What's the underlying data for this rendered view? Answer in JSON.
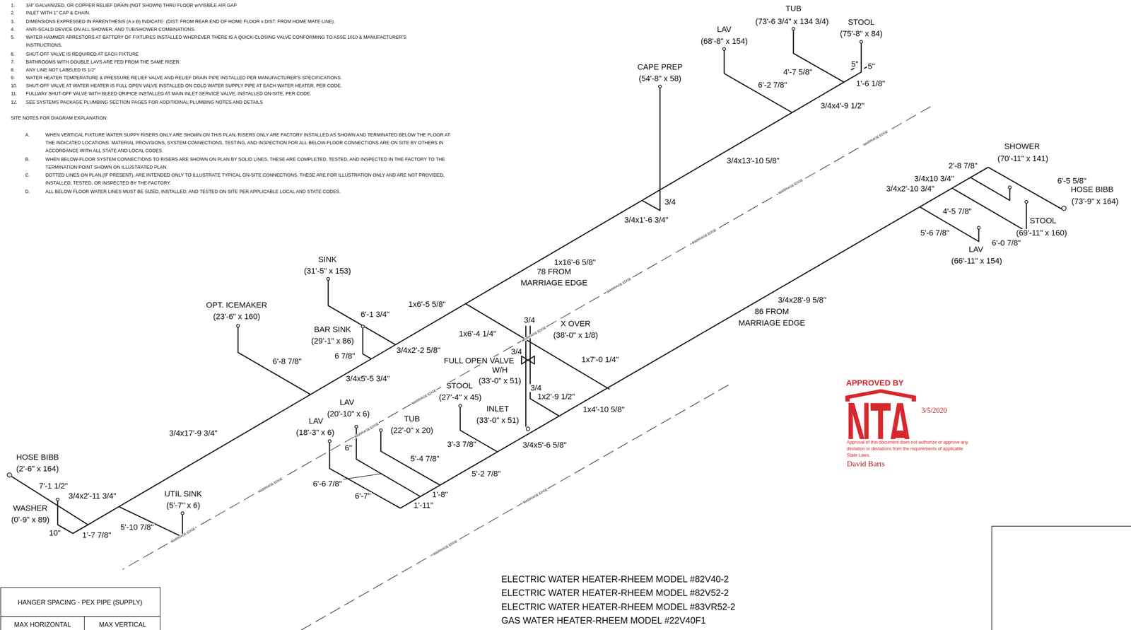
{
  "diagram": {
    "labels": [
      "1.",
      "3/4\" GALVANIZED, OR COPPER RELIEF DRAIN (NOT SHOWN) THRU FLOOR w/VISIBLE AIR GAP",
      "2.",
      "INLET WITH 1\" CAP & CHAIN.",
      "3.",
      "DIMENSIONS EXPRESSED IN PARENTHESIS (A x B) INDICATE: (DIST. FROM REAR END OF HOME FLOOR x DIST. FROM HOME MATE LINE).",
      "4.",
      "ANTI-SCALD DEVICE ON ALL SHOWER, AND TUB/SHOWER COMBINATIONS.",
      "5.",
      "WATER-HAMMER ARRESTORS AT BATTERY OF FIXTURES INSTALLED WHEREVER THERE IS A QUICK-CLOSING VALVE CONFORMING TO ASSE 1010 & MANUFACTURER'S INSTRUCTIONS.",
      "6.",
      "SHUT-OFF VALVE IS REQUIRED AT EACH FIXTURE",
      "7.",
      "BATHROOMS WITH DOUBLE LAVS ARE FED FROM THE SAME RISER.",
      "8.",
      "ANY LINE NOT LABELED IS 1/2\"",
      "9.",
      "WATER HEATER TEMPERATURE & PRESSURE RELIEF VALVE AND RELIEF DRAIN PIPE INSTALLED PER MANUFACTURER'S SPECIFICATIONS.",
      "10.",
      "SHUT-OFF VALVE AT WATER HEATER IS FULL OPEN VALVE INSTALLED ON COLD WATER SUPPLY PIPE AT EACH WATER HEATER, PER CODE.",
      "11.",
      "FULLWAY SHUT-OFF VALVE WITH BLEED ORIFICE INSTALLED AT MAIN INLET SERVICE VALVE, INSTALLED ON-SITE, PER CODE.",
      "12.",
      "SEE SYSTEMS PACKAGE PLUMBING SECTION PAGES FOR ADDITIOINAL PLUMBING NOTES AND DETAILS",
      "SITE NOTES FOR DIAGRAM EXPLANATION:",
      "A.",
      "WHEN VERTICAL FIXTURE WATER SUPPY RISERS ONLY ARE SHOWN ON THIS PLAN, RISERS ONLY ARE FACTORY INSTALLED AS SHOWN AND TERMINATED BELOW THE FLOOR AT THE INDICATED LOCATIONS. MATERIAL PROVISIONS, SYSTEM CONNECTIONS, TESTING, AND INSPECTION FOR ALL BELOW-FLOOR CONNECTIONS ARE ON SITE BY OTHERS IN ACCORDANCE WITH ALL STATE AND LOCAL CODES.",
      "B.",
      "WHEN BELOW-FLOOR SYSTEM CONNECTIONS TO RISERS ARE SHOWN ON PLAN BY SOLID LINES, THESE ARE COMPLETED, TESTED, AND INSPECTED IN THE FACTORY TO THE TERMINATION POINT SHOWN ON ILLUSTRATED PLAN.",
      "C.",
      "DOTTED LINES ON PLAN,(IF PRESENT), ARE INTENDED ONLY TO ILLUSTRATE TYPICAL ON-SITE CONNECTIONS. THESE ARE FOR ILLUSTRATION ONLY AND ARE NOT PROVIDED, INSTALLED, TESTED, OR INSPECTED BY THE FACTORY.",
      "D.",
      "ALL BELOW FLOOR WATER LINES MUST BE SIZED, INSTALLED, AND TESTED ON SITE PER APPLICABLE LOCAL AND STATE CODES.",
      "TUB",
      "(73'-6 3/4\" x 134 3/4)",
      "STOOL",
      "LAV",
      "(75'-8\" x 84)",
      "(68'-8\" x 154)",
      "5\"",
      "5\"",
      "CAPE PREP",
      "4'-7 5/8\"",
      "(54'-8\" x 58)",
      "1'-6 1/8\"",
      "6'-2 7/8\"",
      "3/4x4'-9 1/2\"",
      "SHOWER",
      "(70'-11\" x 141)",
      "3/4x13'-10 5/8\"",
      "2'-8 7/8\"",
      "3/4x10 3/4\"",
      "6'-5 5/8\"",
      "3/4x2'-10 3/4\"",
      "HOSE BIBB",
      "(73'-9\" x 164)",
      "3/4",
      "4'-5 7/8\"",
      "3/4x1'-6 3/4\"",
      "STOOL",
      "(69'-11\" x 160)",
      "5'-6 7/8\"",
      "6'-0 7/8\"",
      "LAV",
      "(66'-11\" x 154)",
      "SINK",
      "(31'-5\" x 153)",
      "1x16'-6 5/8\"",
      "78 FROM",
      "MARRIAGE EDGE",
      "3/4x28'-9 5/8\"",
      "86 FROM",
      "MARRIAGE EDGE",
      "1x6'-5 5/8\"",
      "OPT. ICEMAKER",
      "(23'-6\" x 160)",
      "6'-1 3/4\"",
      "3/4",
      "X OVER",
      "(38'-0\" x 1/8)",
      "BAR SINK",
      "(29'-1\" x 86)",
      "1x6'-4 1/4\"",
      "3/4x2'-2 5/8\"",
      "6 7/8\"",
      "3/4",
      "FULL OPEN VALVE",
      "1x7'-0 1/4\"",
      "6'-8 7/8\"",
      "W/H",
      "(33'-0\" x 51)",
      "3/4x5'-5 3/4\"",
      "STOOL",
      "3/4",
      "1x2'-9 1/2\"",
      "(27'-4\" x 45)",
      "LAV",
      "INLET",
      "1x4'-10 5/8\"",
      "(20'-10\" x 6)",
      "TUB",
      "LAV",
      "(33'-0\" x 51)",
      "(22'-0\" x 20)",
      "(18'-3\" x 6)",
      "3/4x17'-9 3/4\"",
      "3'-3 7/8\"",
      "3/4x5'-6 5/8\"",
      "6\"",
      "HOSE BIBB",
      "5'-4 7/8\"",
      "(2'-6\" x 164)",
      "5'-2 7/8\"",
      "6'-6 7/8\"",
      "7'-1 1/2\"",
      "UTIL SINK",
      "1'-8\"",
      "3/4x2'-11 3/4\"",
      "6'-7\"",
      "(5'-7\" x 6)",
      "1'-11\"",
      "WASHER",
      "(0'-9\" x 89)",
      "5'-10 7/8\"",
      "1'-7 7/8\"",
      "10\"",
      "MARRIAGE EDGE",
      "MARRIAGE EDGE",
      "MARRIAGE EDGE",
      "MARRIAGE EDGE",
      "MARRIAGE EDGE",
      "MARRIAGE EDGE",
      "MARRIAGE EDGE",
      "MARRIAGE EDGE",
      "MARRIAGE EDGE",
      "MARRIAGE EDGE",
      "MARRIAGE EDGE",
      "APPROVED BY",
      "NTA",
      "3/5/2020",
      "Approval of this document does not authorize or approve any deviation or deviations from the requirements of applicable State Laws.",
      "David Barts",
      "ELECTRIC WATER HEATER-RHEEM MODEL #82V40-2",
      "ELECTRIC WATER HEATER-RHEEM MODEL #82V52-2",
      "ELECTRIC WATER HEATER-RHEEM MODEL #83VR52-2",
      "GAS WATER HEATER-RHEEM MODEL #22V40F1",
      "HANGER SPACING - PEX PIPE (SUPPLY)",
      "MAX HORIZONTAL",
      "MAX VERTICAL"
    ]
  }
}
